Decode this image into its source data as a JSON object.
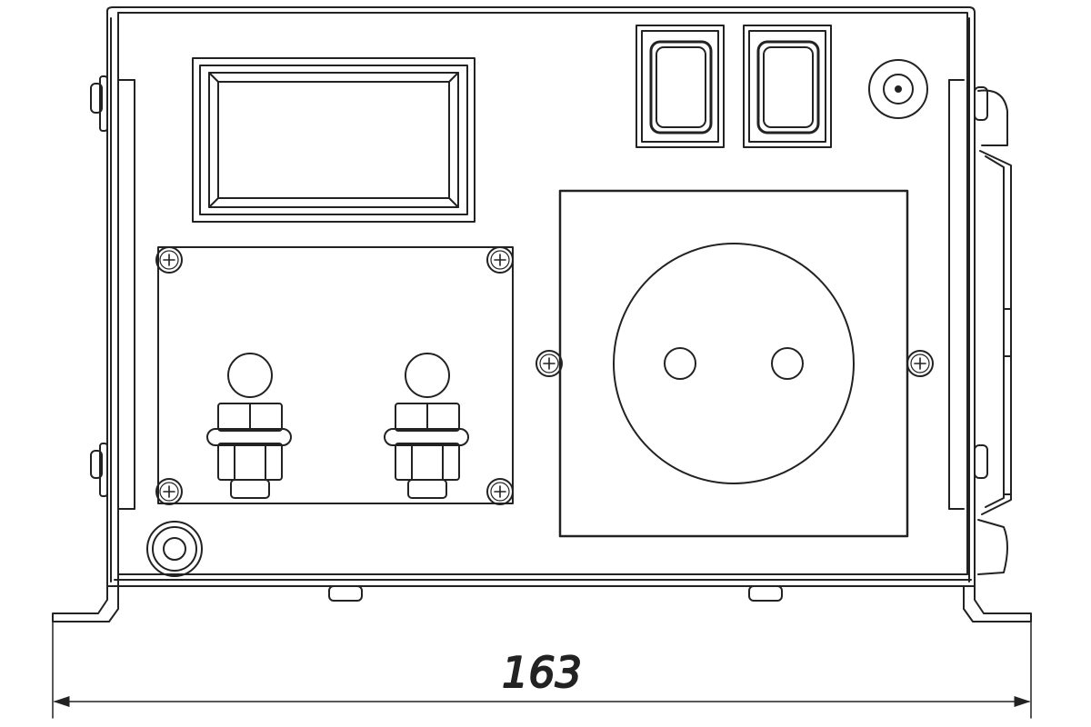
{
  "drawing": {
    "view": "front",
    "line_color": "#222222",
    "background_color": "#ffffff",
    "dimension": {
      "width_label": "163"
    }
  },
  "components": {
    "display": "display-window",
    "switches": [
      "rocker-switch",
      "rocker-switch"
    ],
    "indicator": "indicator-lamp",
    "terminal_panel": {
      "terminals": 2,
      "screws": 4
    },
    "socket": {
      "type": "power-outlet",
      "pins": 2,
      "screws": 2
    },
    "fuse_holder": "fuse-holder",
    "feet": 2
  }
}
